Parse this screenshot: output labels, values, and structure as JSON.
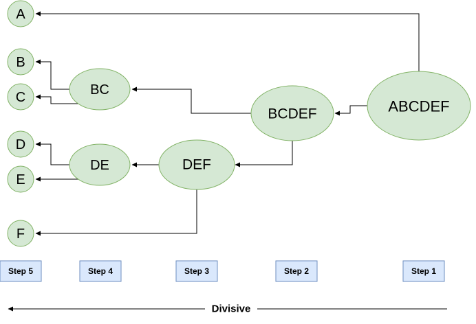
{
  "nodes": {
    "abcdef": "ABCDEF",
    "bcdef": "BCDEF",
    "def": "DEF",
    "bc": "BC",
    "de": "DE",
    "a": "A",
    "b": "B",
    "c": "C",
    "d": "D",
    "e": "E",
    "f": "F"
  },
  "steps": {
    "step1": "Step 1",
    "step2": "Step 2",
    "step3": "Step 3",
    "step4": "Step 4",
    "step5": "Step 5"
  },
  "footer": {
    "label": "Divisive"
  },
  "colors": {
    "node_fill": "#d5e8d4",
    "node_stroke": "#82b366",
    "step_fill": "#dae8fc",
    "step_stroke": "#6c8ebf",
    "line": "#000000"
  }
}
